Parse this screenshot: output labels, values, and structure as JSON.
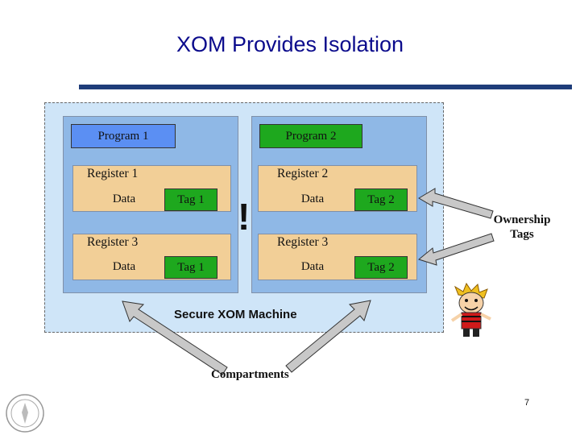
{
  "title": "XOM Provides Isolation",
  "machine": {
    "label": "Secure XOM Machine",
    "compartments": [
      {
        "program": "Program 1",
        "program_color": "#5b8ff3",
        "registers": [
          {
            "label": "Register 1",
            "data": "Data",
            "tag": "Tag 1"
          },
          {
            "label": "Register 3",
            "data": "Data",
            "tag": "Tag 1"
          }
        ]
      },
      {
        "program": "Program 2",
        "program_color": "#1ea81e",
        "registers": [
          {
            "label": "Register 2",
            "data": "Data",
            "tag": "Tag 2"
          },
          {
            "label": "Register 3",
            "data": "Data",
            "tag": "Tag 2"
          }
        ]
      }
    ],
    "separator": "!"
  },
  "annotations": {
    "ownership_tags": "Ownership\nTags",
    "compartments": "Compartments"
  },
  "page_number": "7",
  "colors": {
    "tag_green": "#1ea81e",
    "register_fill": "#f2cf97",
    "compartment_fill": "#8fb8e6",
    "machine_fill": "#cfe5f8",
    "arrow_fill": "#c8c8c8"
  },
  "icons": [
    "cartoon-character-image",
    "university-seal-logo"
  ]
}
